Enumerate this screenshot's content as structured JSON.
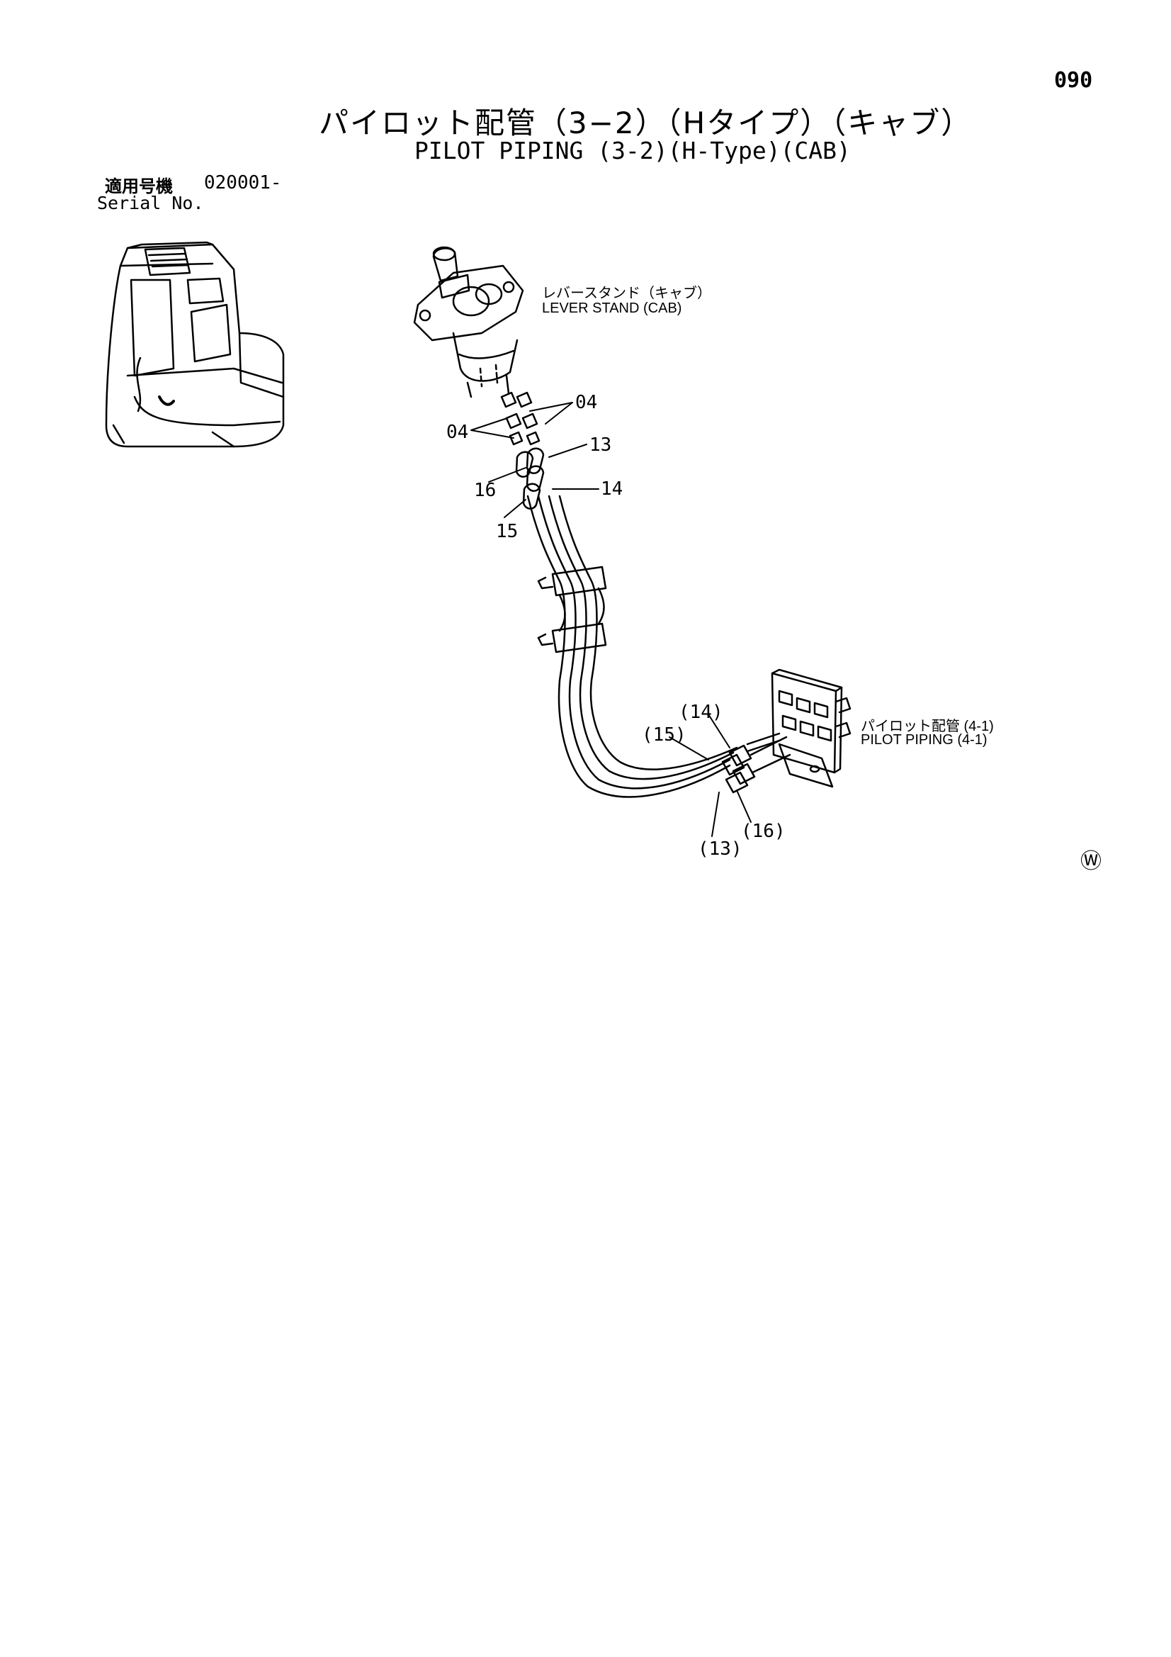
{
  "page": {
    "number": "090",
    "title_jp": "パイロット配管（3−2）（Hタイプ）（キャブ）",
    "title_en": "PILOT PIPING (3-2)(H-Type)(CAB)"
  },
  "serial": {
    "label_jp": "適用号機",
    "value": "020001-",
    "label_en": "Serial No."
  },
  "labels": {
    "lever_stand_jp": "レバースタンド（キャブ）",
    "lever_stand_en": "LEVER STAND (CAB)",
    "pilot_piping_jp": "パイロット配管 (4-1)",
    "pilot_piping_en": "PILOT PIPING (4-1)"
  },
  "callouts": {
    "c04_right": "04",
    "c04_left": "04",
    "c13": "13",
    "c16": "16",
    "c14": "14",
    "c15": "15",
    "c14_paren": "(14)",
    "c15_paren": "(15)",
    "c13_paren": "(13)",
    "c16_paren": "(16)"
  },
  "mark": "Ⓦ"
}
